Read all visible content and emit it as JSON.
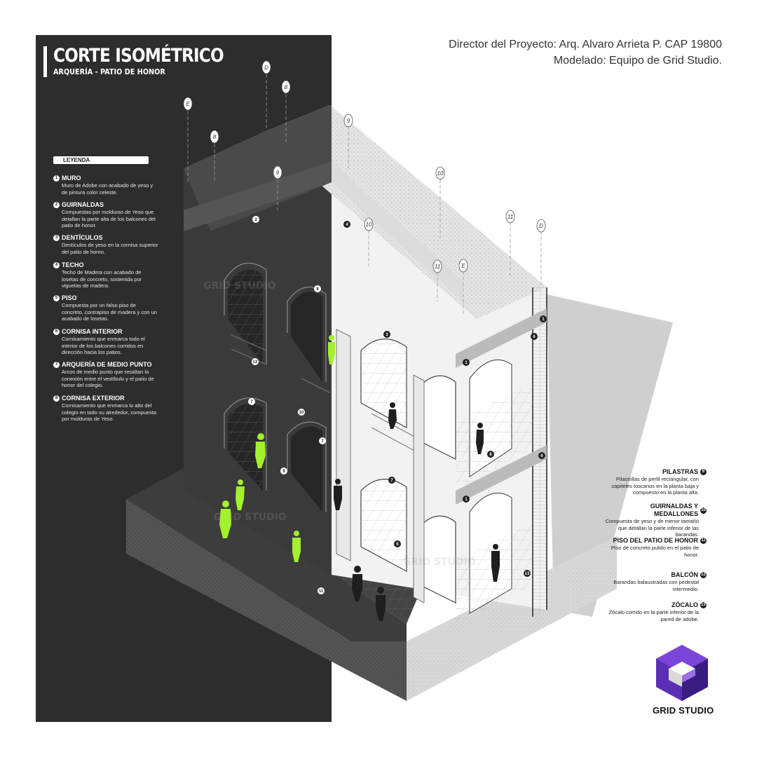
{
  "header": {
    "title": "CORTE ISOMÉTRICO",
    "subtitle": "ARQUERÍA - PATIO DE HONOR"
  },
  "credits": {
    "line1": "Director del Proyecto: Arq. Alvaro Arrieta P. CAP 19800",
    "line2": "Modelado: Equipo de Grid Studio."
  },
  "legend": {
    "heading": "LEYENDA",
    "items": [
      {
        "num": "1",
        "label": "MURO",
        "desc": "Muro de Adobe con acabado de yeso y de pintura color celeste."
      },
      {
        "num": "2",
        "label": "GUIRNALDAS",
        "desc": "Compuestas por molduras de Yeso que detallan la parte alta de los balcones del patio de honor."
      },
      {
        "num": "3",
        "label": "DENTÍCULOS",
        "desc": "Dentículos de yeso en la cornisa superior del patio de honro."
      },
      {
        "num": "4",
        "label": "TECHO",
        "desc": "Techo de Madera con acabado de losetas de concreto, sostenida por viguetas de madera."
      },
      {
        "num": "5",
        "label": "PISO",
        "desc": "Compuesta por un falso piso de concreto, contrapiso de madera y con un acabado de losetas."
      },
      {
        "num": "6",
        "label": "CORNISA INTERIOR",
        "desc": "Cornisamiento que enmarca todo el interior de los balcones corridos en dirección hacia los patios."
      },
      {
        "num": "7",
        "label": "ARQUERÍA DE MEDIO PUNTO",
        "desc": "Arcos de medio punto que resaltan la conexión entre el vestíbulo y el patio de honor del colegio."
      },
      {
        "num": "8",
        "label": "CORNISA EXTERIOR",
        "desc": "Cornisamiento que enmarca lo alto del colegio en todo su alrededor, compuesta por molduras de Yeso."
      }
    ]
  },
  "right_legend": [
    {
      "num": "9",
      "label": "PILASTRAS",
      "desc": "Pilastrillas de perfil rectangular, con capiteles toscanos en la planta baja y compuesto en la planta alta."
    },
    {
      "num": "10",
      "label": "GUIRNALDAS Y MEDALLONES",
      "desc": "Compuesta de yeso y de menor tamaño que detallan la parte inferior de las barandas."
    },
    {
      "num": "11",
      "label": "PISO DEL PATIO DE HONOR",
      "desc": "Piso de concreto pulido en el patio de honor."
    },
    {
      "num": "12",
      "label": "BALCÓN",
      "desc": "Barandas balaustradas con pedestal intermedio."
    },
    {
      "num": "13",
      "label": "ZÓCALO",
      "desc": "Zócalo corrido en la parte inferior de la pared de adobe."
    }
  ],
  "grid_markers": [
    "E",
    "8",
    "D",
    "8",
    "9",
    "9",
    "10",
    "10",
    "11",
    "E",
    "11",
    "D"
  ],
  "drawing_tags": [
    "2",
    "4",
    "8",
    "3",
    "12",
    "7",
    "10",
    "9",
    "7",
    "5",
    "11",
    "1",
    "6",
    "1",
    "6",
    "8",
    "7",
    "1",
    "13"
  ],
  "watermark": "GRID STUDIO",
  "brand": {
    "name": "GRID STUDIO",
    "logo_colors": [
      "#5b2fb3",
      "#7c45d9",
      "#3a1d80"
    ]
  },
  "figures_highlight_color": "#a3f02c"
}
